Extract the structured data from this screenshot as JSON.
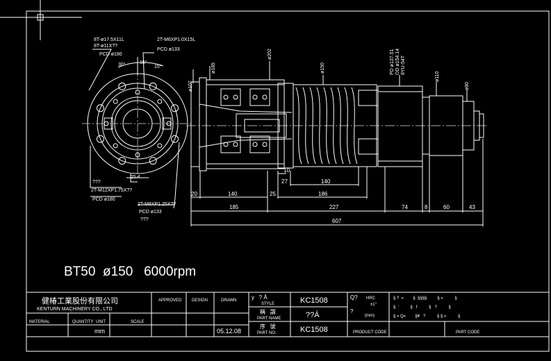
{
  "headline": "BT50  ø150   6000rpm",
  "front_view": {
    "labels": {
      "bolt1_a": "8T-ø17.5X11L",
      "bolt1_b": "8T-ø11X??",
      "bolt1_pcd": "PCD ø180",
      "bolt2_a": "2T-M6XP1.0X15L",
      "bolt2_pcd": "PCD ø133",
      "angle_30": "30°",
      "angle_15a": "15°",
      "angle_15b": "15°",
      "dim_254": "25.4",
      "q1": "???",
      "bolt3_a": "2T-M12XP1.75X??",
      "bolt3_pcd": "PCD ø180",
      "bolt4_a": "2T-M8XP1.25X??",
      "bolt4_pcd": "PCD ø133",
      "q2": "???"
    }
  },
  "side_view": {
    "dia_labels": {
      "d107": "ø107",
      "d185": "ø185",
      "d202": "ø202",
      "d150": "ø150",
      "bearing": "PD ø137.51\nOD ø154.14\n8YU-54T",
      "d110": "ø110",
      "d90": "ø90"
    },
    "dims_row1": {
      "d20": "20",
      "d140": "140",
      "d25": "25",
      "d27": "27",
      "d140b": "140",
      "d186": "186",
      "d10": "10"
    },
    "dims_row2": {
      "d185": "185",
      "d227": "227",
      "d74": "74",
      "d8": "8",
      "d60": "60",
      "d43": "43"
    },
    "overall": "607"
  },
  "title_block": {
    "company_cn": "健椿工業股份有限公司",
    "company_en": "KENTURN MACHINERY CO., LTD",
    "lbl_material": "MATERIAL",
    "lbl_quantity": "QUANTITY",
    "lbl_unit": "UNIT",
    "lbl_scale": "SCALE",
    "unit_value": "mm",
    "lbl_approved": "APPROVED",
    "lbl_design": "DESIGN",
    "lbl_drawn": "DRAWN",
    "date": "05.12.08",
    "lbl_style": "STYLE",
    "style_mark": "y   ? Ä",
    "style_value": "KC1508",
    "lbl_part_name": "PART NAME",
    "part_name_mark": "稱   謂",
    "part_name_value": "??Á",
    "lbl_part_no": "PART NO.",
    "part_no_mark": "序   號",
    "part_no_value": "KC1508",
    "tol_q": "Q?",
    "tol_hrc": "HRC",
    "tol_pm": "±1°",
    "tol_unit": "(mm)",
    "tol_q2": "?",
    "lbl_product_code": "PRODUCT CODE",
    "lbl_part_code": "PART CODE",
    "garble_row1": "§ ?  «        §  §§§§         § «          §",
    "garble_row2": "§  '          §   f          §   ?          §",
    "garble_row3": "§ » Q«        §¥   ?          § § «          §"
  },
  "colors": {
    "background": "#000000",
    "lines": "#ffffff",
    "hatch": "#ffff66"
  }
}
